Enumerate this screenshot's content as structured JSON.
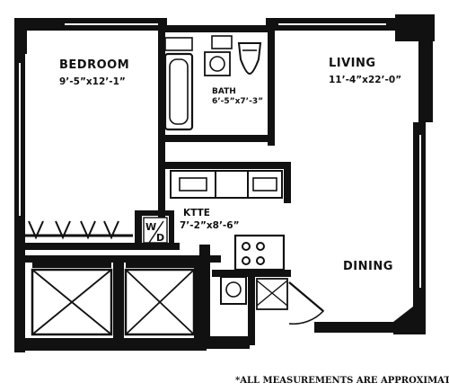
{
  "rooms": {
    "bedroom": {
      "name": "BEDROOM",
      "dims": "9’-5”x12’-1”"
    },
    "living": {
      "name": "LIVING",
      "dims": "11’-4”x22’-0”"
    },
    "bath": {
      "name": "BATH",
      "dims": "6’-5”x7’-3”"
    },
    "kitchenette": {
      "name": "KTTE",
      "dims": "7’-2”x8’-6”"
    },
    "dining": {
      "name": "DINING"
    }
  },
  "labels": {
    "washer_dryer_top": "W",
    "washer_dryer_bottom": "D"
  },
  "note": "*ALL MEASUREMENTS ARE APPROXIMATE",
  "colors": {
    "wall": "#111111",
    "background": "#ffffff"
  }
}
